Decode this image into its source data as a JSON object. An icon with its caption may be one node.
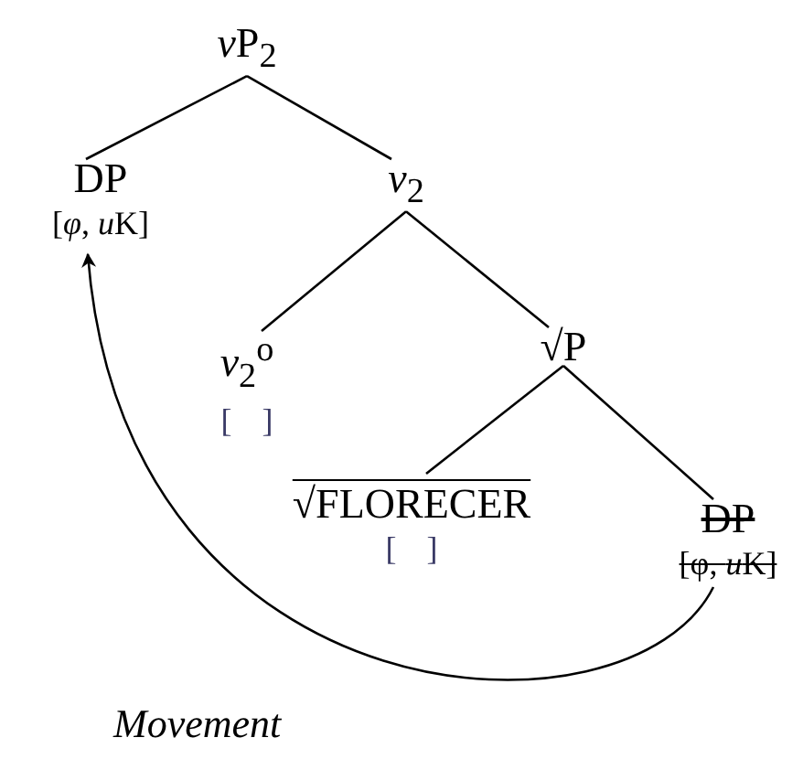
{
  "diagram": {
    "nodes": [
      {
        "text": [
          "vP$_{2}$"
        ]
      },
      {
        "text": [
          "DP",
          "[φ, uK]"
        ]
      },
      {
        "text": [
          "v$_{2}$"
        ]
      },
      {
        "text": [
          "v$_{2}$$^{o}$",
          "[ ]"
        ]
      },
      {
        "text": [
          "√P"
        ]
      },
      {
        "text": [
          "√FLORECER",
          "[ ]"
        ]
      },
      {
        "text": [
          "DP",
          "[φ, uK]"
        ]
      }
    ],
    "edges": [
      {
        "from": 0,
        "to": 1,
        "arrow": "none"
      },
      {
        "from": 0,
        "to": 2,
        "arrow": "none"
      },
      {
        "from": 2,
        "to": 3,
        "arrow": "none"
      },
      {
        "from": 2,
        "to": 4,
        "arrow": "none"
      },
      {
        "from": 4,
        "to": 5,
        "arrow": "none"
      },
      {
        "from": 4,
        "to": 6,
        "arrow": "none"
      },
      {
        "from": 6,
        "to": 1,
        "arrow": "to",
        "label": "Movement"
      }
    ]
  }
}
